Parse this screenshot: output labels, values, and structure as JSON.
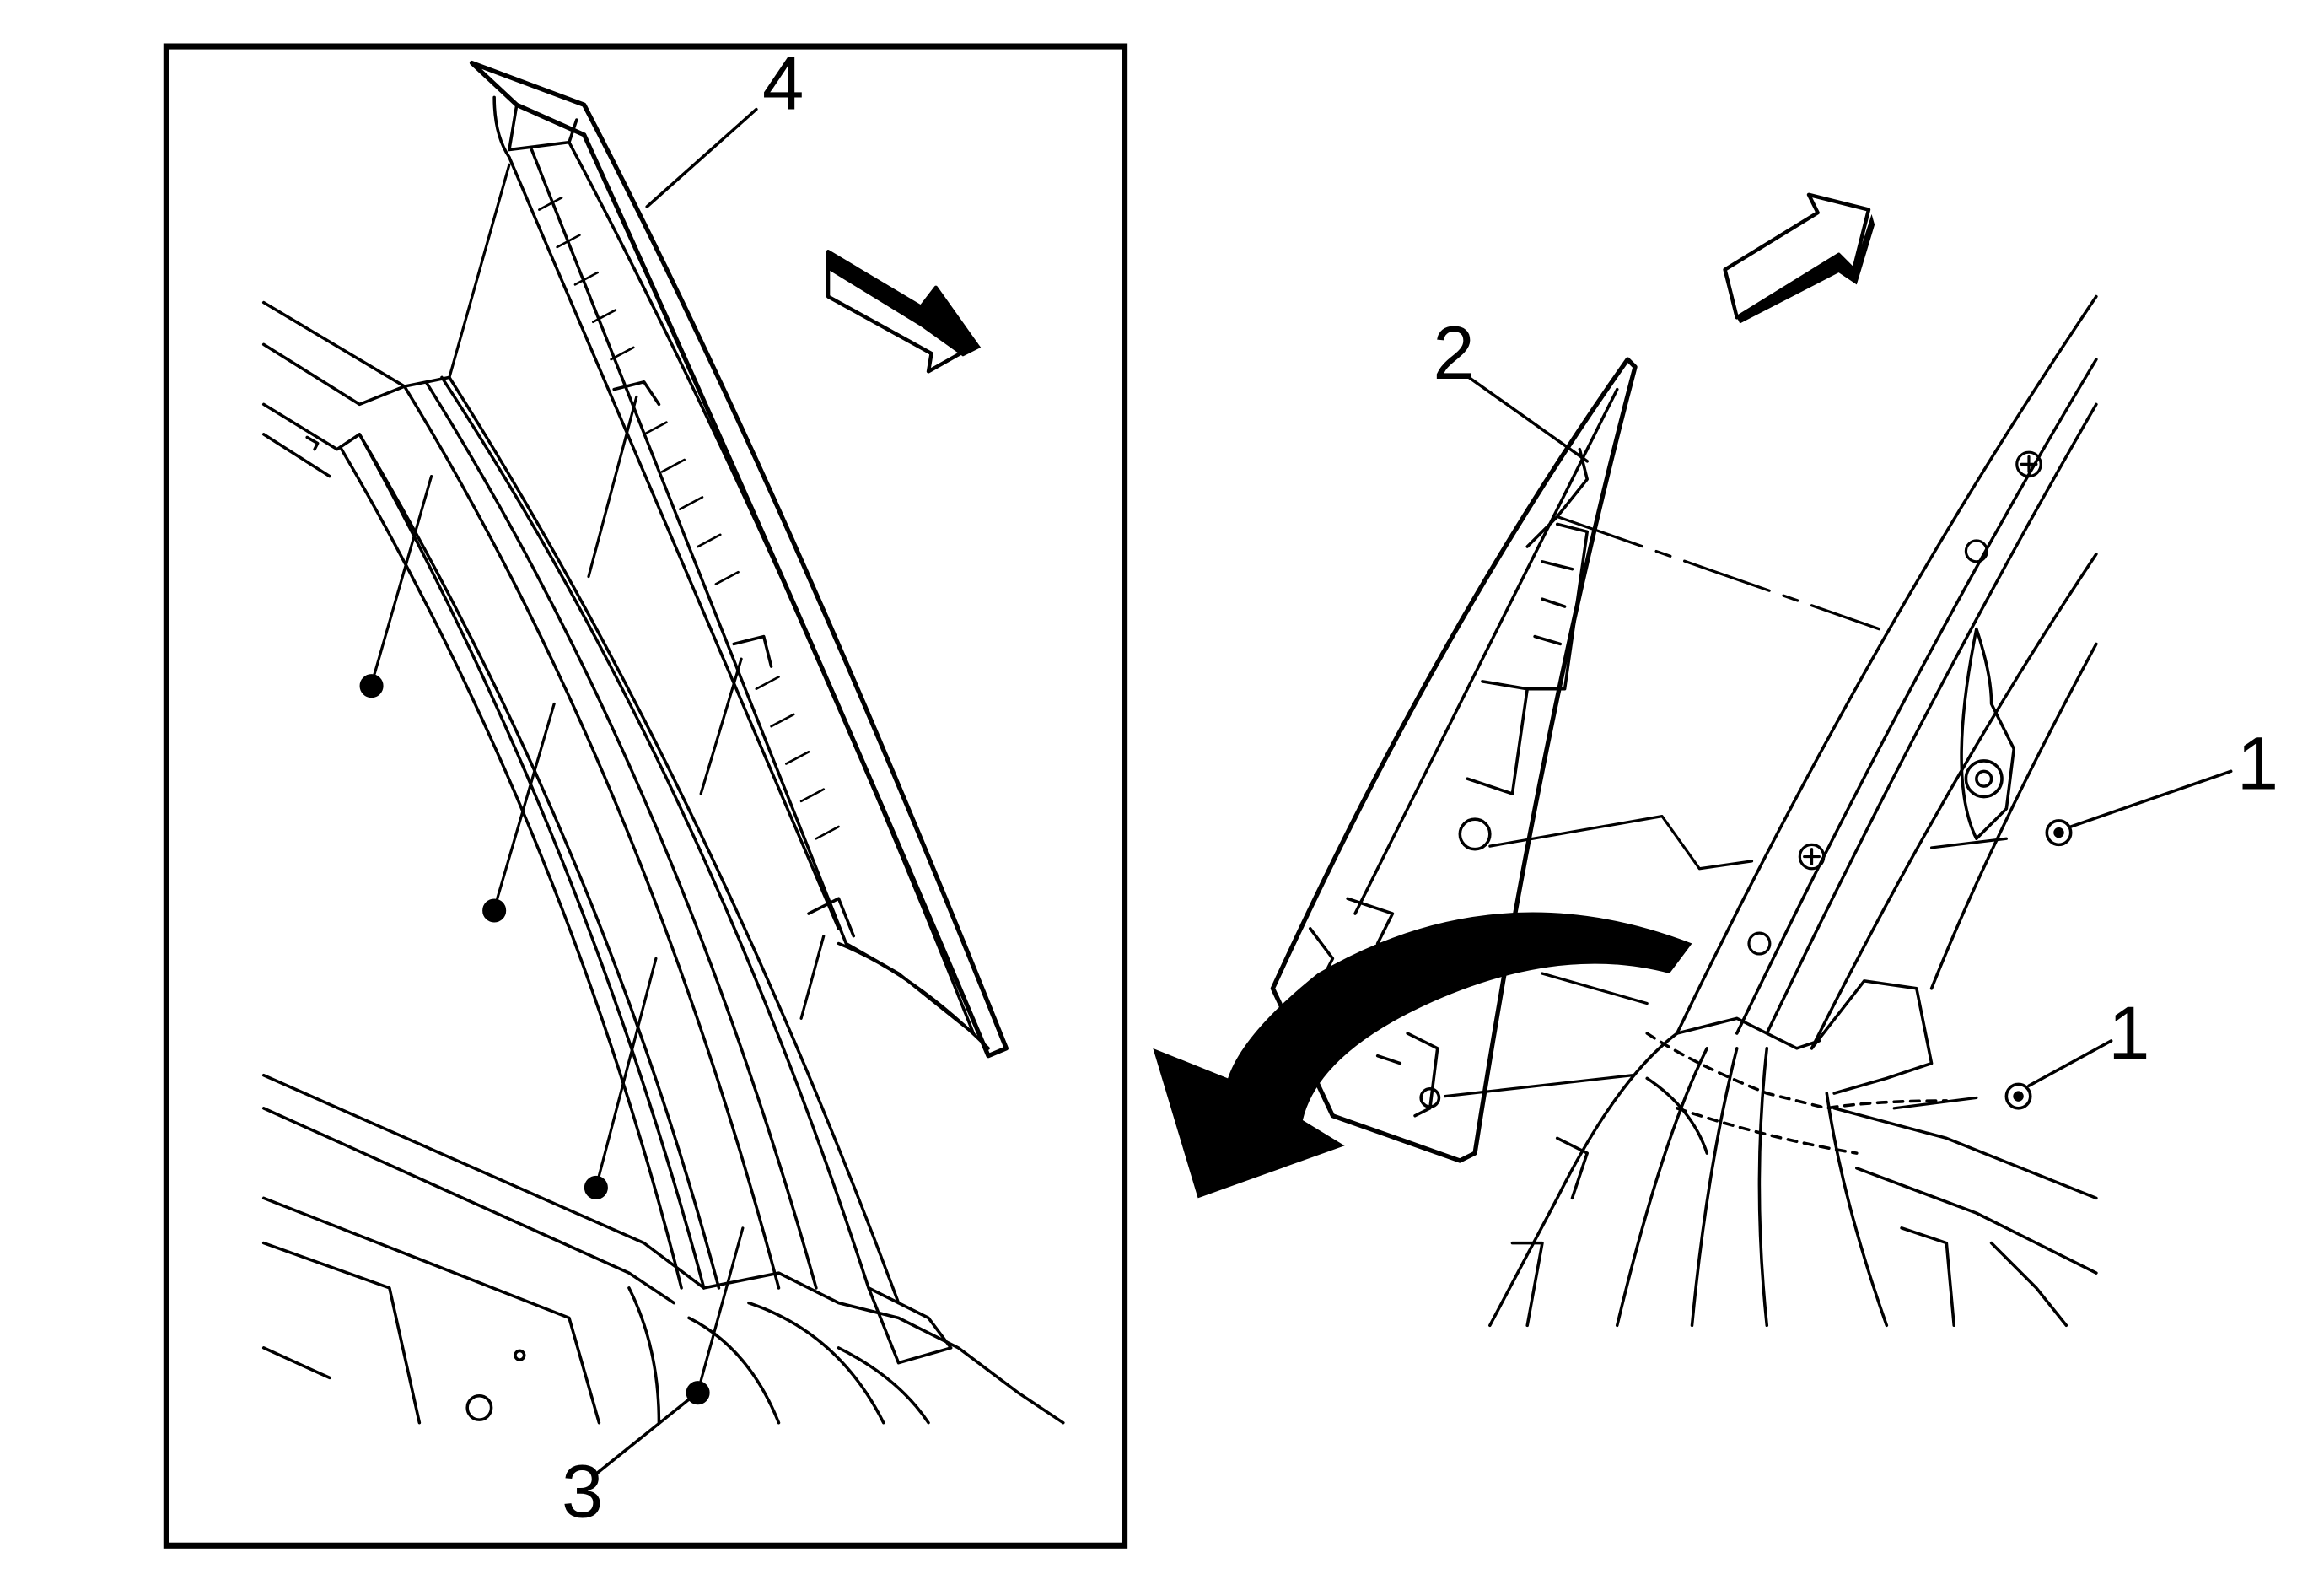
{
  "callouts": {
    "one_upper": "1",
    "one_lower": "1",
    "two": "2",
    "three": "3",
    "four": "4"
  },
  "colors": {
    "stroke": "#000000",
    "background": "#ffffff"
  },
  "icons": {
    "direction_arrow": "forward-direction-arrow-icon",
    "removal_arrow": "curved-removal-arrow-icon",
    "fastener": "push-pin-retainer-icon"
  }
}
